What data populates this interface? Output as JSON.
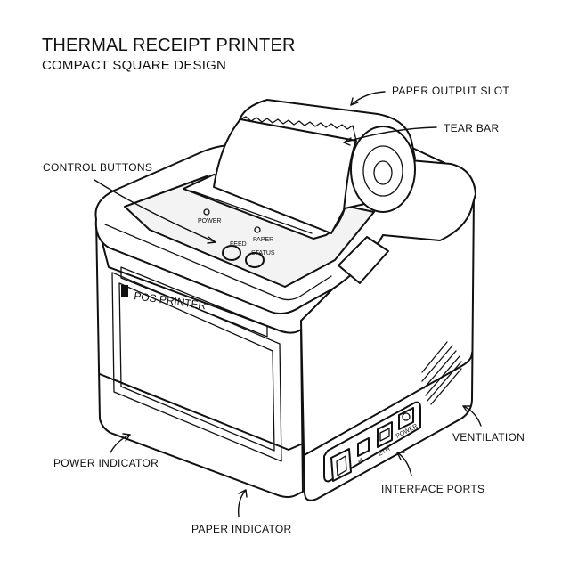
{
  "title": "THERMAL RECEIPT PRINTER",
  "subtitle": "COMPACT SQUARE DESIGN",
  "callouts": {
    "paper_output_slot": "PAPER OUTPUT SLOT",
    "tear_bar": "TEAR BAR",
    "control_buttons": "CONTROL BUTTONS",
    "ventilation": "VENTILATION",
    "power_indicator": "POWER INDICATOR",
    "interface_ports": "INTERFACE PORTS",
    "paper_indicator": "PAPER INDICATOR"
  },
  "device": {
    "front_label": "POS PRINTER",
    "led_power_label": "POWER",
    "led_paper_label": "PAPER",
    "button_feed_label": "FEED",
    "button_status_label": "STATUS",
    "port_eth_label": "ETH",
    "port_power_label": "POWER"
  }
}
